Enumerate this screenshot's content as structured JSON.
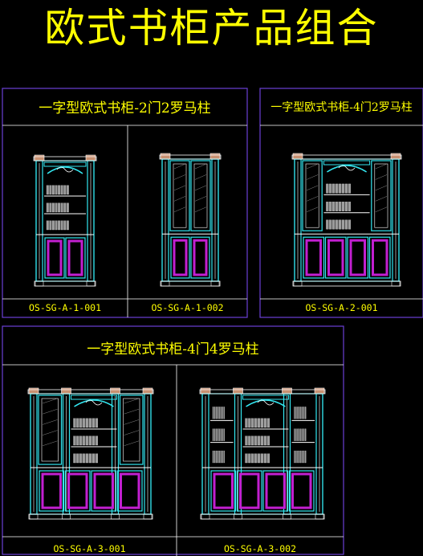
{
  "title": "欧式书柜产品组合",
  "colors": {
    "text": "#ffff00",
    "frame": "#6b3fd6",
    "line": "#ffffff",
    "cyan": "#33e6f0",
    "magenta": "#c21fd0",
    "wood": "#c89070"
  },
  "sections": [
    {
      "title": "一字型欧式书柜-2门2罗马柱",
      "items": [
        {
          "code": "OS-SG-A-1-001"
        },
        {
          "code": "OS-SG-A-1-002"
        }
      ]
    },
    {
      "title": "一字型欧式书柜-4门2罗马柱",
      "items": [
        {
          "code": "OS-SG-A-2-001"
        }
      ]
    },
    {
      "title": "一字型欧式书柜-4门4罗马柱",
      "items": [
        {
          "code": "OS-SG-A-3-001"
        },
        {
          "code": "OS-SG-A-3-002"
        }
      ]
    }
  ]
}
